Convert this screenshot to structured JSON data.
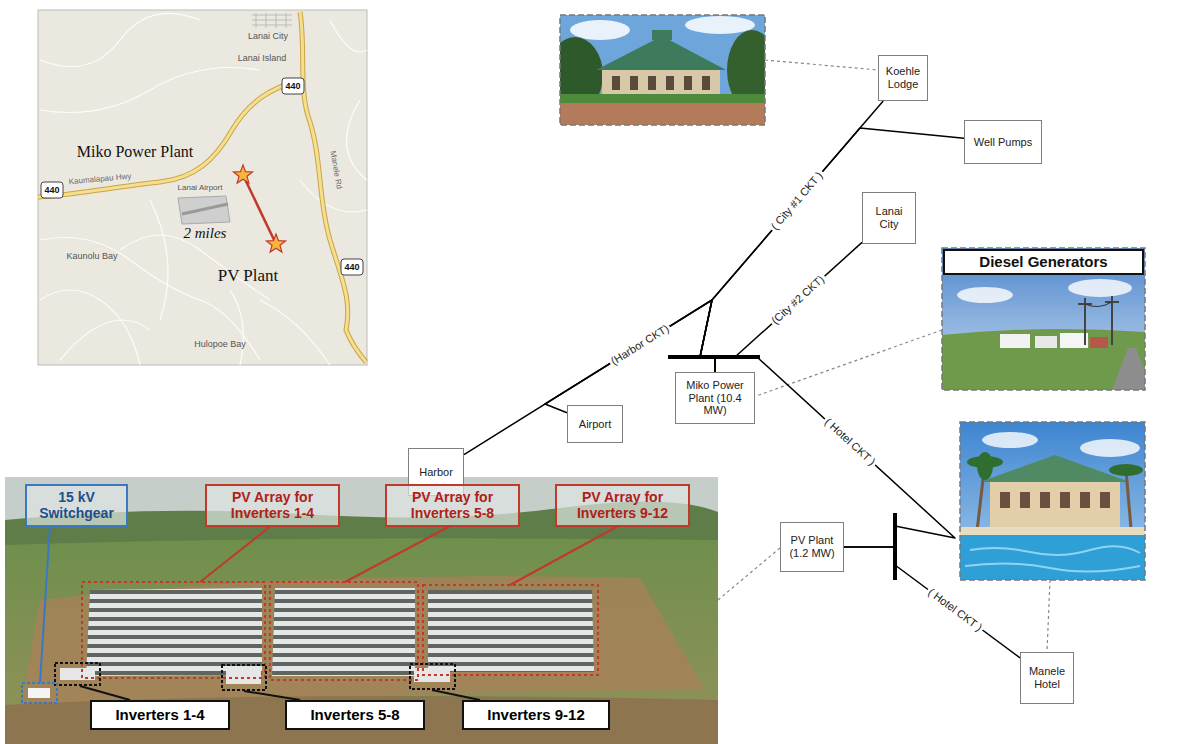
{
  "diagram": {
    "nodes": [
      {
        "text": [
          "Koehle Lodge"
        ]
      },
      {
        "text": [
          "Well Pumps"
        ]
      },
      {
        "text": [
          "Lanai City"
        ]
      },
      {
        "text": [
          "Diesel Generators"
        ]
      },
      {
        "text": [
          "Miko Power Plant (10.4 MW)"
        ]
      },
      {
        "text": [
          "Airport"
        ]
      },
      {
        "text": [
          "Harbor"
        ]
      },
      {
        "text": [
          "PV Plant (1.2 MW)"
        ]
      },
      {
        "text": [
          "15 kV Switchgear"
        ]
      },
      {
        "text": [
          "PV Array for Inverters 1-4"
        ]
      },
      {
        "text": [
          "PV Array for Inverters 5-8"
        ]
      },
      {
        "text": [
          "PV Array for Inverters 9-12"
        ]
      },
      {
        "text": [
          "Manele Hotel"
        ]
      },
      {
        "text": [
          "Inverters 1-4"
        ]
      },
      {
        "text": [
          "Inverters 5-8"
        ]
      },
      {
        "text": [
          "Inverters 9-12"
        ]
      }
    ],
    "edges": [
      {
        "from": 4,
        "to": 0,
        "arrow": "none",
        "label": "( City #1 CKT )"
      },
      {
        "from": 4,
        "to": 1,
        "arrow": "none"
      },
      {
        "from": 4,
        "to": 2,
        "arrow": "none",
        "label": "(City #2 CKT)"
      },
      {
        "from": 4,
        "to": 6,
        "arrow": "none",
        "label": "(Harbor CKT)"
      },
      {
        "from": 4,
        "to": 5,
        "arrow": "none"
      },
      {
        "from": 4,
        "to": 7,
        "arrow": "none",
        "label": "( Hotel CKT )"
      },
      {
        "from": 7,
        "to": 12,
        "arrow": "none",
        "label": "( Hotel CKT )"
      }
    ],
    "labels": [
      "Lanai City",
      "Lanai Island",
      "440",
      "Miko Power Plant",
      "440",
      "Lanai Airport",
      "2 miles",
      "PV Plant",
      "Kaunolu Bay",
      "440",
      "Hulopoe Bay",
      "Kaumalapau Hwy",
      "Manele Rd"
    ]
  }
}
